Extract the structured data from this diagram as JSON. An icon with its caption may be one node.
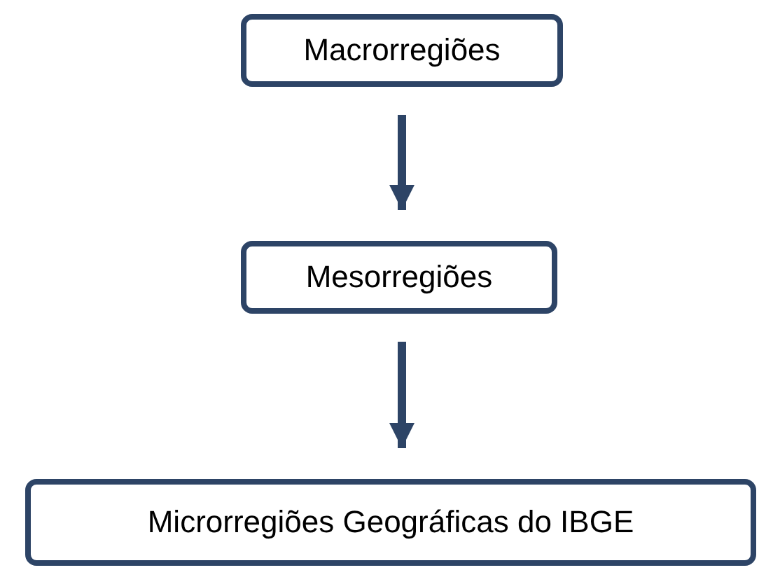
{
  "diagram": {
    "nodes": [
      {
        "text": [
          "Macrorregiões"
        ]
      },
      {
        "text": [
          "Mesorregiões"
        ]
      },
      {
        "text": [
          "Microrregiões Geográficas do IBGE"
        ]
      }
    ],
    "edges": [
      {
        "from": 0,
        "to": 1,
        "arrow": "to"
      },
      {
        "from": 1,
        "to": 2,
        "arrow": "to"
      }
    ]
  }
}
